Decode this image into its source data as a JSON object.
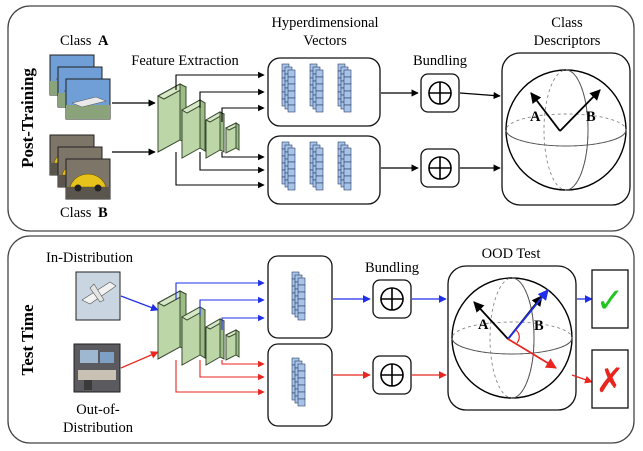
{
  "panels": {
    "post_training": {
      "label": "Post-Training",
      "class_a_prefix": "Class",
      "class_a_letter": "A",
      "class_b_prefix": "Class",
      "class_b_letter": "B",
      "feature_extraction": "Feature Extraction",
      "hd_vectors_line1": "Hyperdimensional",
      "hd_vectors_line2": "Vectors",
      "bundling": "Bundling",
      "class_descriptors_line1": "Class",
      "class_descriptors_line2": "Descriptors",
      "sphere_label_a": "A",
      "sphere_label_b": "B"
    },
    "test_time": {
      "label": "Test Time",
      "in_distribution": "In-Distribution",
      "ood_line1": "Out-of-",
      "ood_line2": "Distribution",
      "bundling": "Bundling",
      "ood_test": "OOD Test",
      "sphere_label_a": "A",
      "sphere_label_b": "B",
      "accept_mark": "✓",
      "reject_mark": "✗"
    }
  },
  "colors": {
    "in_distribution": "#1f2fe8",
    "out_of_distribution": "#e8261f",
    "feature_block": "#bcd6a8",
    "vector_cell": "#a8c3e6",
    "accept": "#22c51f",
    "reject": "#e8261f"
  },
  "icons": [
    "bundling-oplus-icon",
    "check-mark-icon",
    "cross-mark-icon"
  ]
}
